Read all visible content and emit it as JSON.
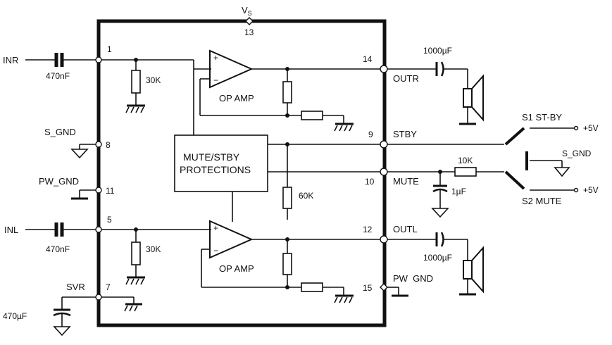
{
  "supply": {
    "label": "V",
    "subscript": "S",
    "pin": "13"
  },
  "inputs": {
    "inr_label": "INR",
    "inr_cap": "470nF",
    "inr_pin": "1",
    "inl_label": "INL",
    "inl_cap": "470nF",
    "inl_pin": "5"
  },
  "left_pins": {
    "s_gnd_label": "S_GND",
    "s_gnd_pin": "8",
    "pw_gnd_label": "PW_GND",
    "pw_gnd_pin": "11",
    "svr_label": "SVR",
    "svr_pin": "7",
    "svr_cap": "470µF"
  },
  "resistors": {
    "r_in_top": "30K",
    "r_in_bottom": "30K",
    "r_mute": "60K",
    "r_ext_mute": "10K"
  },
  "amps": {
    "top_label": "OP AMP",
    "bottom_label": "OP AMP"
  },
  "protection": {
    "line1": "MUTE/STBY",
    "line2": "PROTECTIONS"
  },
  "right_pins": {
    "outr_pin": "14",
    "outr_label": "OUTR",
    "outr_cap": "1000µF",
    "stby_pin": "9",
    "stby_label": "STBY",
    "mute_pin": "10",
    "mute_label": "MUTE",
    "mute_cap": "1µF",
    "outl_pin": "12",
    "outl_label": "OUTL",
    "outl_cap": "1000µF",
    "pwgnd_pin": "15",
    "pwgnd_label": "PW  GND"
  },
  "switches": {
    "s1_label": "S1 ST-BY",
    "s1_supply": "+5V",
    "s2_label": "S2 MUTE",
    "s2_supply": "+5V",
    "s_gnd_label": "S_GND"
  }
}
